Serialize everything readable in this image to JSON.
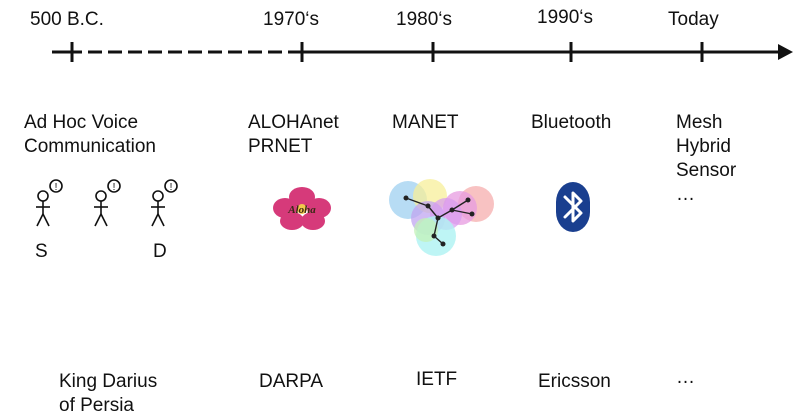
{
  "timeline": {
    "eras": [
      {
        "label": "500 B.C."
      },
      {
        "label": "1970‘s"
      },
      {
        "label": "1980‘s"
      },
      {
        "label": "1990‘s"
      },
      {
        "label": "Today"
      }
    ]
  },
  "technologies": {
    "ancient": [
      "Ad Hoc Voice",
      "Communication"
    ],
    "seventies": [
      "ALOHAnet",
      "PRNET"
    ],
    "eighties": [
      "MANET"
    ],
    "nineties": [
      "Bluetooth"
    ],
    "today": [
      "Mesh",
      "Hybrid",
      "Sensor",
      "…"
    ]
  },
  "ancient_figure": {
    "source_label": "S",
    "dest_label": "D",
    "speech_glyph": "!"
  },
  "aloha_logo": {
    "text": "Aloha",
    "color": "#d63a7a"
  },
  "bluetooth_icon": {
    "color": "#1a3f8f"
  },
  "organizations": {
    "ancient": [
      "King Darius",
      "of Persia"
    ],
    "seventies": [
      "DARPA"
    ],
    "eighties": [
      "IETF"
    ],
    "nineties": [
      "Ericsson"
    ],
    "today": [
      "…"
    ]
  }
}
